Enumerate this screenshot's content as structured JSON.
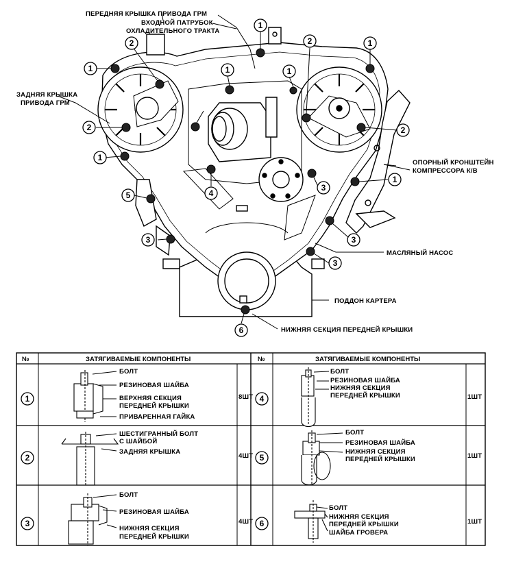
{
  "diagram": {
    "labels": {
      "front_cover": "ПЕРЕДНЯЯ КРЫШКА ПРИВОДА ГРМ",
      "inlet_line1": "ВХОДНОЙ ПАТРУБОК",
      "inlet_line2": "ОХЛАДИТЕЛЬНОГО ТРАКТА",
      "rear_cover_line1": "ЗАДНЯЯ КРЫШКА",
      "rear_cover_line2": "ПРИВОДА ГРМ",
      "bracket_line1": "ОПОРНЫЙ КРОНШТЕЙН",
      "bracket_line2": "КОМПРЕССОРА К/В",
      "oil_pump": "МАСЛЯНЫЙ НАСОС",
      "oil_pan": "ПОДДОН КАРТЕРА",
      "lower_section": "НИЖНЯЯ СЕКЦИЯ ПЕРЕДНЕЙ КРЫШКИ"
    },
    "callout_numbers": [
      "1",
      "1",
      "1",
      "1",
      "1",
      "1",
      "1",
      "2",
      "2",
      "2",
      "2",
      "3",
      "3",
      "3",
      "3",
      "4",
      "5",
      "6"
    ]
  },
  "table": {
    "headers": {
      "num_left": "№",
      "components_left": "ЗАТЯГИВАЕМЫЕ КОМПОНЕНТЫ",
      "num_right": "№",
      "components_right": "ЗАТЯГИВАЕМЫЕ КОМПОНЕНТЫ"
    },
    "rows": [
      {
        "num": "1",
        "labels": [
          "БОЛТ",
          "РЕЗИНОВАЯ ШАЙБА",
          "ВЕРХНЯЯ СЕКЦИЯ",
          "ПЕРЕДНЕЙ КРЫШКИ",
          "ПРИВАРЕННАЯ ГАЙКА"
        ],
        "qty": "8ШТ"
      },
      {
        "num": "4",
        "labels": [
          "БОЛТ",
          "РЕЗИНОВАЯ ШАЙБА",
          "НИЖНЯЯ СЕКЦИЯ",
          "ПЕРЕДНЕЙ КРЫШКИ"
        ],
        "qty": "1ШТ"
      },
      {
        "num": "2",
        "labels": [
          "ШЕСТИГРАННЫЙ БОЛТ",
          "С ШАЙБОЙ",
          "ЗАДНЯЯ КРЫШКА"
        ],
        "qty": "4ШТ"
      },
      {
        "num": "5",
        "labels": [
          "БОЛТ",
          "РЕЗИНОВАЯ ШАЙБА",
          "НИЖНЯЯ СЕКЦИЯ",
          "ПЕРЕДНЕЙ КРЫШКИ"
        ],
        "qty": "1ШТ"
      },
      {
        "num": "3",
        "labels": [
          "БОЛТ",
          "РЕЗИНОВАЯ ШАЙБА",
          "НИЖНЯЯ СЕКЦИЯ",
          "ПЕРЕДНЕЙ КРЫШКИ"
        ],
        "qty": "4ШТ"
      },
      {
        "num": "6",
        "labels": [
          "БОЛТ",
          "НИЖНЯЯ СЕКЦИЯ",
          "ПЕРЕДНЕЙ КРЫШКИ",
          "ШАЙБА ГРОВЕРА"
        ],
        "qty": "1ШТ"
      }
    ]
  }
}
